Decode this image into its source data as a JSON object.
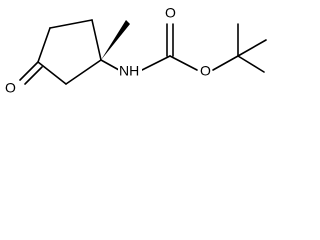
{
  "molecule": {
    "atom_labels": {
      "ketone_oxygen": "O",
      "amide_nitrogen": "NH",
      "carbonyl_oxygen": "O",
      "ester_oxygen": "O"
    },
    "stereo_bond": "solid-wedge"
  }
}
